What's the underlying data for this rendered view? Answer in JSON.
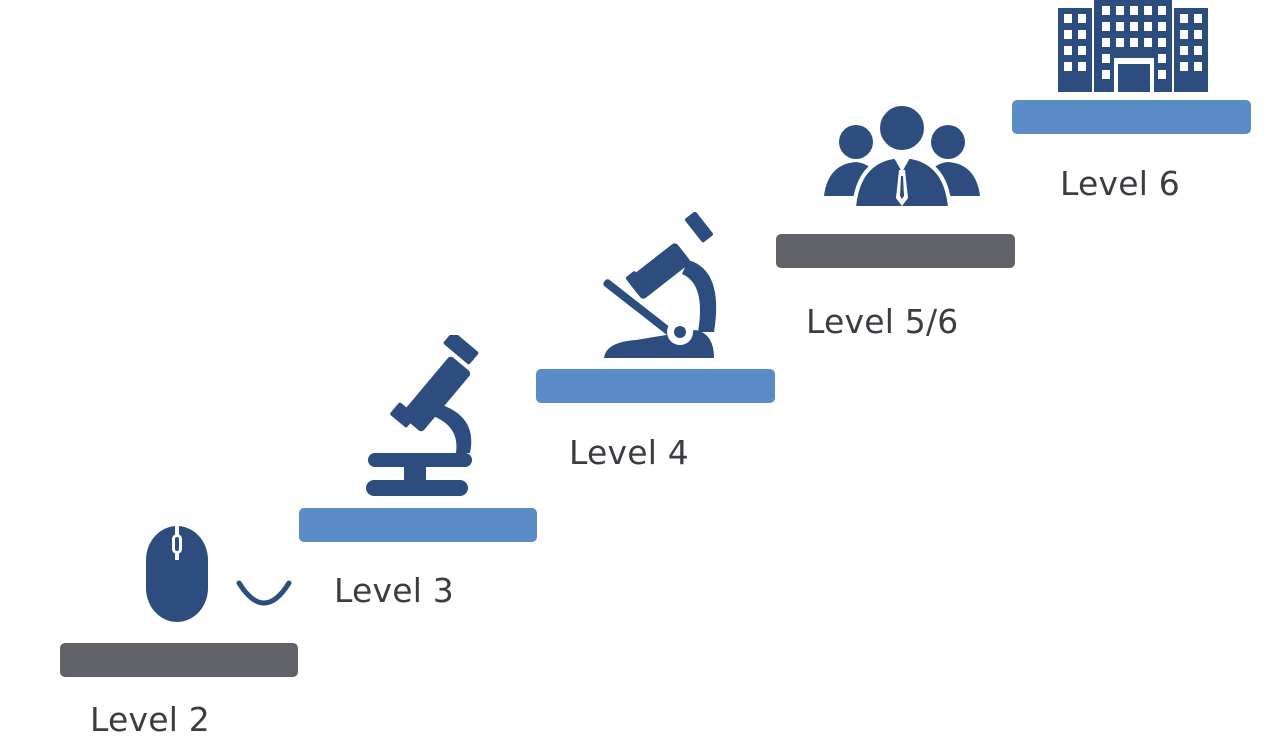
{
  "colors": {
    "icon": "#2c4d7e",
    "step_blue": "#5b8cc8",
    "step_grey": "#616268",
    "label_text": "#3b3d42"
  },
  "steps": [
    {
      "label": "Level 2",
      "icon": "mouse-icon",
      "color": "grey"
    },
    {
      "label": "Level 3",
      "icon": "microscope-icon",
      "color": "blue"
    },
    {
      "label": "Level 4",
      "icon": "microscope-icon",
      "color": "blue"
    },
    {
      "label": "Level 5/6",
      "icon": "team-icon",
      "color": "grey"
    },
    {
      "label": "Level 6",
      "icon": "building-icon",
      "color": "blue"
    }
  ]
}
